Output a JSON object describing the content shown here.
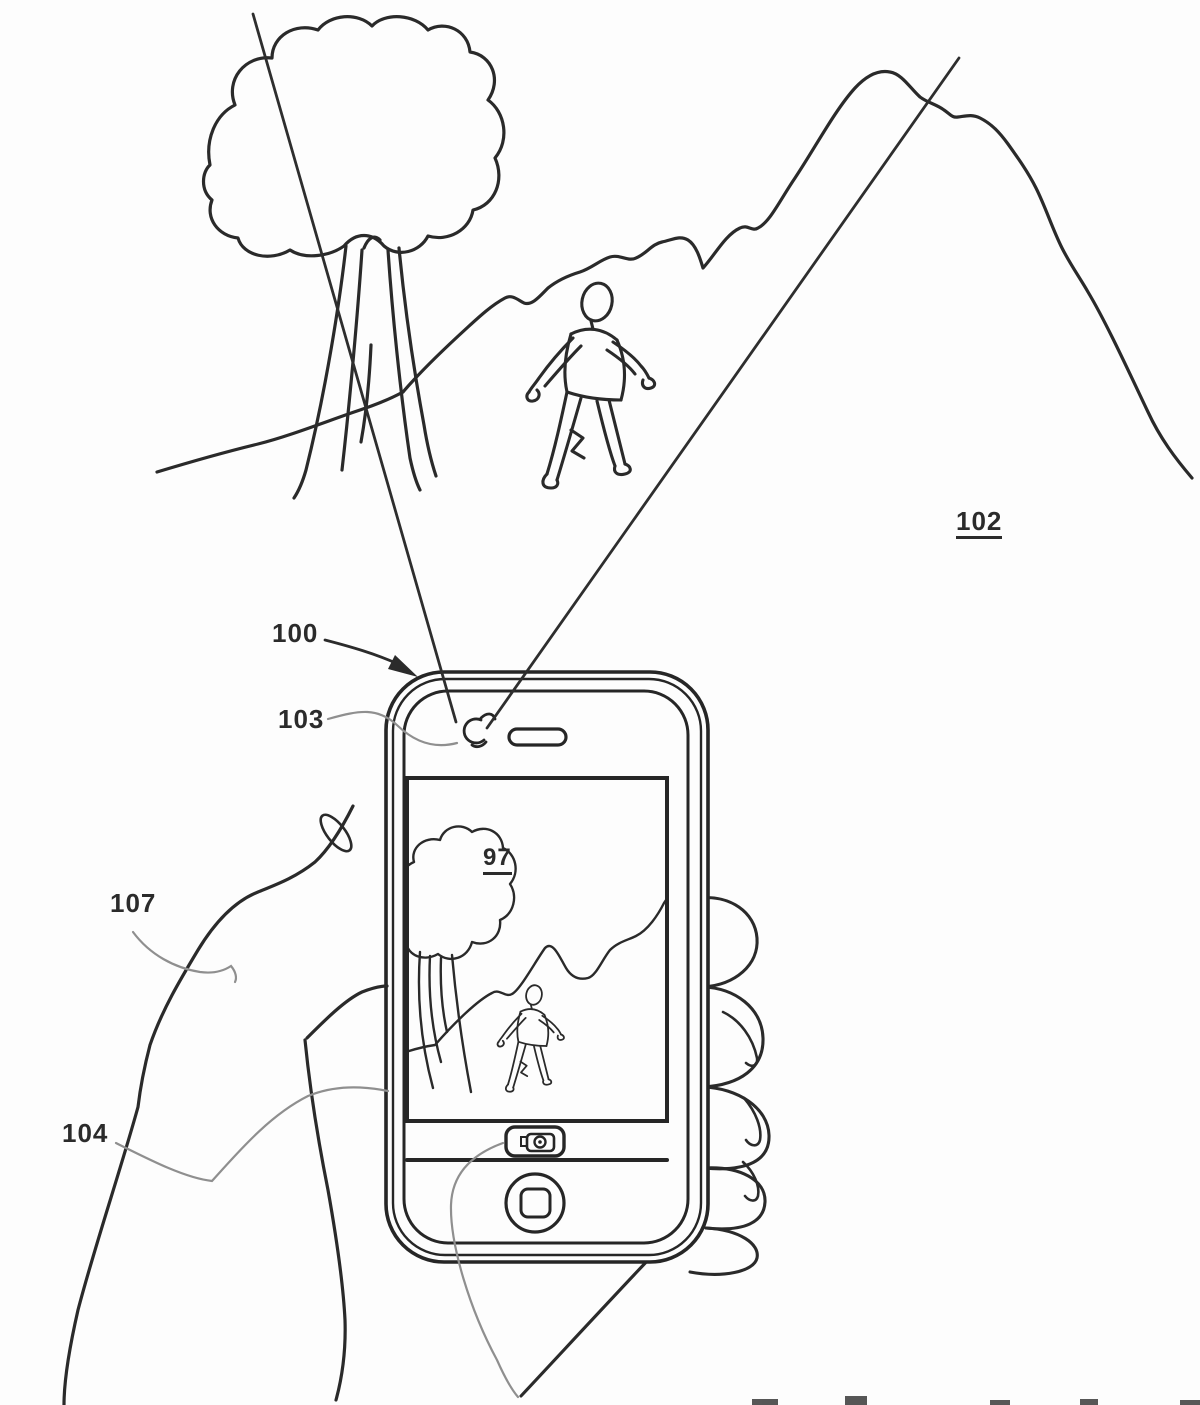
{
  "figure": {
    "type": "patent-line-drawing",
    "background": "#fdfdfd",
    "ink_color": "#2a2a2a",
    "leader_color": "#8f8f8f",
    "reference_labels": {
      "device": {
        "text": "100",
        "underlined": false,
        "points_to": "camera-phone-body"
      },
      "scene": {
        "text": "102",
        "underlined": true,
        "points_to": "outdoor-scene"
      },
      "front_camera": {
        "text": "103",
        "underlined": false,
        "points_to": "front-camera"
      },
      "display": {
        "text": "104",
        "underlined": false,
        "points_to": "display-bezel"
      },
      "hand": {
        "text": "107",
        "underlined": false,
        "points_to": "holding-hand"
      },
      "screen_image": {
        "text": "97",
        "underlined": true,
        "points_to": "captured-image-on-screen"
      }
    }
  }
}
